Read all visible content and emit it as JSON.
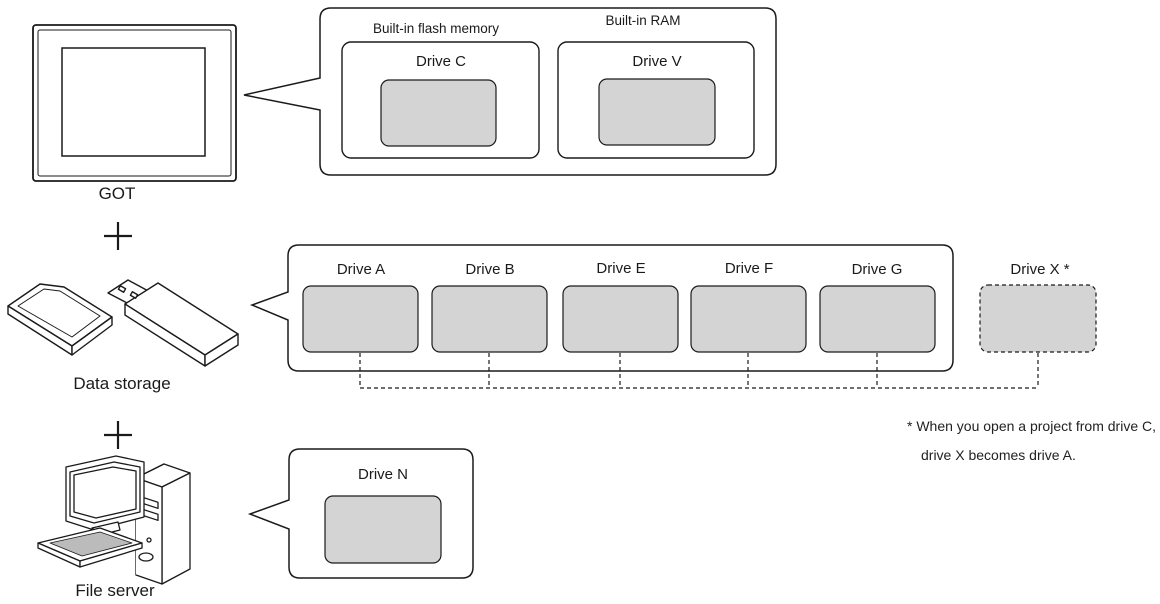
{
  "devices": {
    "got_label": "GOT",
    "storage_label": "Data storage",
    "server_label": "File server",
    "plus_symbol": "+"
  },
  "got_panel": {
    "flash_label": "Built-in flash memory",
    "ram_label": "Built-in RAM",
    "drive_c": "Drive C",
    "drive_v": "Drive V"
  },
  "storage_panel": {
    "drives": [
      "Drive A",
      "Drive B",
      "Drive E",
      "Drive F",
      "Drive G"
    ],
    "drive_x": "Drive X *"
  },
  "server_panel": {
    "drive_n": "Drive N"
  },
  "note": {
    "line1": "* When you open a project from drive C,",
    "line2": "drive X becomes drive A."
  },
  "colors": {
    "drive_fill": "#d4d4d4",
    "outline": "#1a1a1a",
    "background": "#ffffff"
  }
}
